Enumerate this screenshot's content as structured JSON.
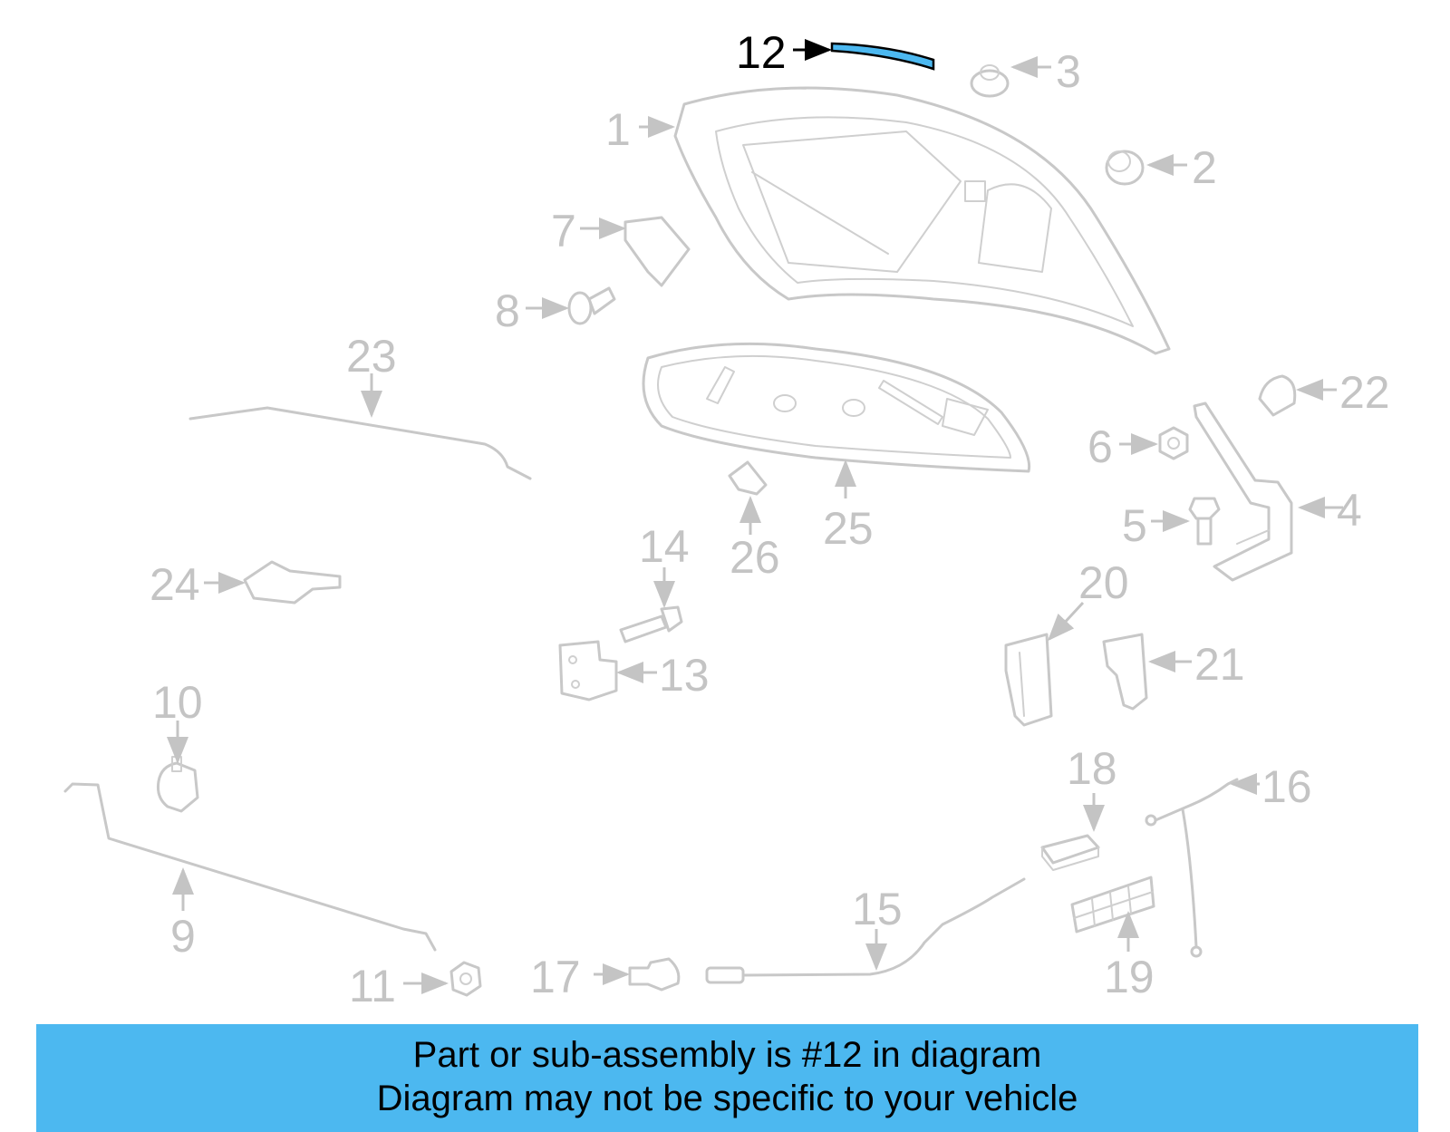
{
  "diagram": {
    "highlighted_part": "12",
    "highlight_color": "#4cb8f0",
    "callout_color": "#c4c4c4",
    "callouts": {
      "c1": "1",
      "c2": "2",
      "c3": "3",
      "c4": "4",
      "c5": "5",
      "c6": "6",
      "c7": "7",
      "c8": "8",
      "c9": "9",
      "c10": "10",
      "c11": "11",
      "c12": "12",
      "c13": "13",
      "c14": "14",
      "c15": "15",
      "c16": "16",
      "c17": "17",
      "c18": "18",
      "c19": "19",
      "c20": "20",
      "c21": "21",
      "c22": "22",
      "c23": "23",
      "c24": "24",
      "c25": "25",
      "c26": "26"
    }
  },
  "banner": {
    "line1": "Part or sub-assembly is #12 in diagram",
    "line2": "Diagram may not be specific to your vehicle",
    "background": "#4cb8f0"
  }
}
